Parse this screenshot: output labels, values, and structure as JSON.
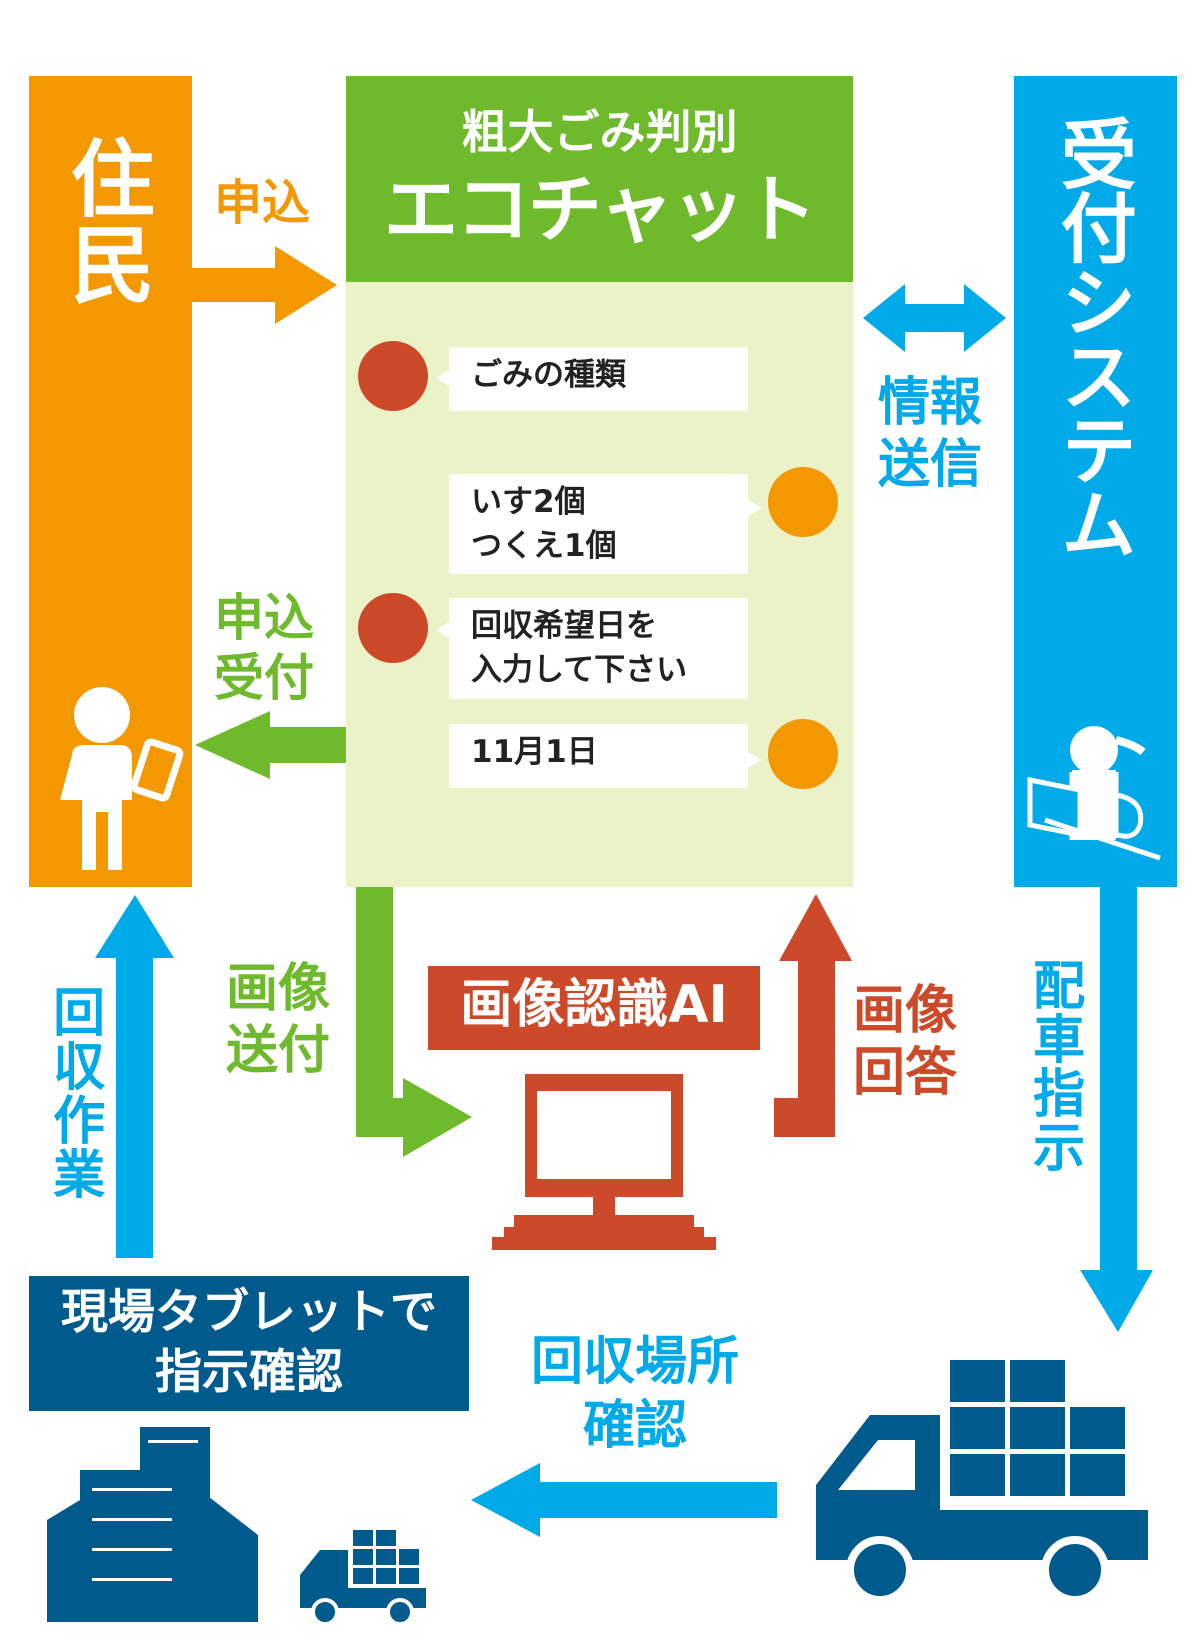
{
  "colors": {
    "resident": "#f39800",
    "chat": "#6fb92c",
    "chat_bg": "#ebf2c8",
    "system": "#00a9e8",
    "ai": "#cc4a2a",
    "field": "#005a8c"
  },
  "resident": {
    "title": "住民",
    "icon": "person-with-tablet-icon"
  },
  "chat": {
    "subtitle": "粗大ごみ判別",
    "title": "エコチャット",
    "messages": [
      {
        "text": "ごみの種類",
        "side": "bot"
      },
      {
        "text": "いす2個\nつくえ1個",
        "side": "user"
      },
      {
        "text": "回収希望日を\n入力して下さい",
        "side": "bot"
      },
      {
        "text": "11月1日",
        "side": "user"
      }
    ]
  },
  "system": {
    "title": "受付システム",
    "icon": "operator-icon"
  },
  "ai": {
    "title": "画像認識AI",
    "icon": "computer-icon"
  },
  "field": {
    "line1": "現場タブレットで",
    "line2": "指示確認",
    "icons": [
      "building-icon",
      "small-truck-icon",
      "truck-icon"
    ]
  },
  "labels": {
    "apply": "申込",
    "apply_accept": "申込\n受付",
    "info_send": "情報\n送信",
    "image_send": "画像\n送付",
    "image_answer": "画像\n回答",
    "collection_work": "回収作業",
    "dispatch": "配車指示",
    "location_check": "回収場所\n確認"
  }
}
